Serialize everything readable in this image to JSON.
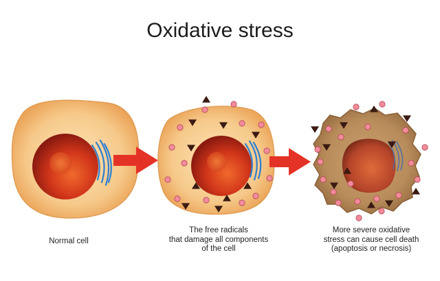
{
  "title": "Oxidative stress",
  "stages": [
    {
      "lines": [
        "Normal cell"
      ]
    },
    {
      "lines": [
        "The free radicals",
        "that damage all components",
        "of the cell"
      ]
    },
    {
      "lines": [
        "More severe oxidative",
        "stress can cause cell death",
        "(apoptosis or necrosis)"
      ]
    }
  ],
  "colors": {
    "cytoplasm": "#f6c98a",
    "cytoplasm_edge": "#e8a458",
    "damaged_cytoplasm": "#bb8d5c",
    "nucleus_center": "#e8461c",
    "nucleus_edge": "#8a1a10",
    "golgi": "#2d7fd3",
    "arrow": "#e53226",
    "radical_dot": "#f28b9a",
    "radical_triangle": "#3a1a12"
  }
}
